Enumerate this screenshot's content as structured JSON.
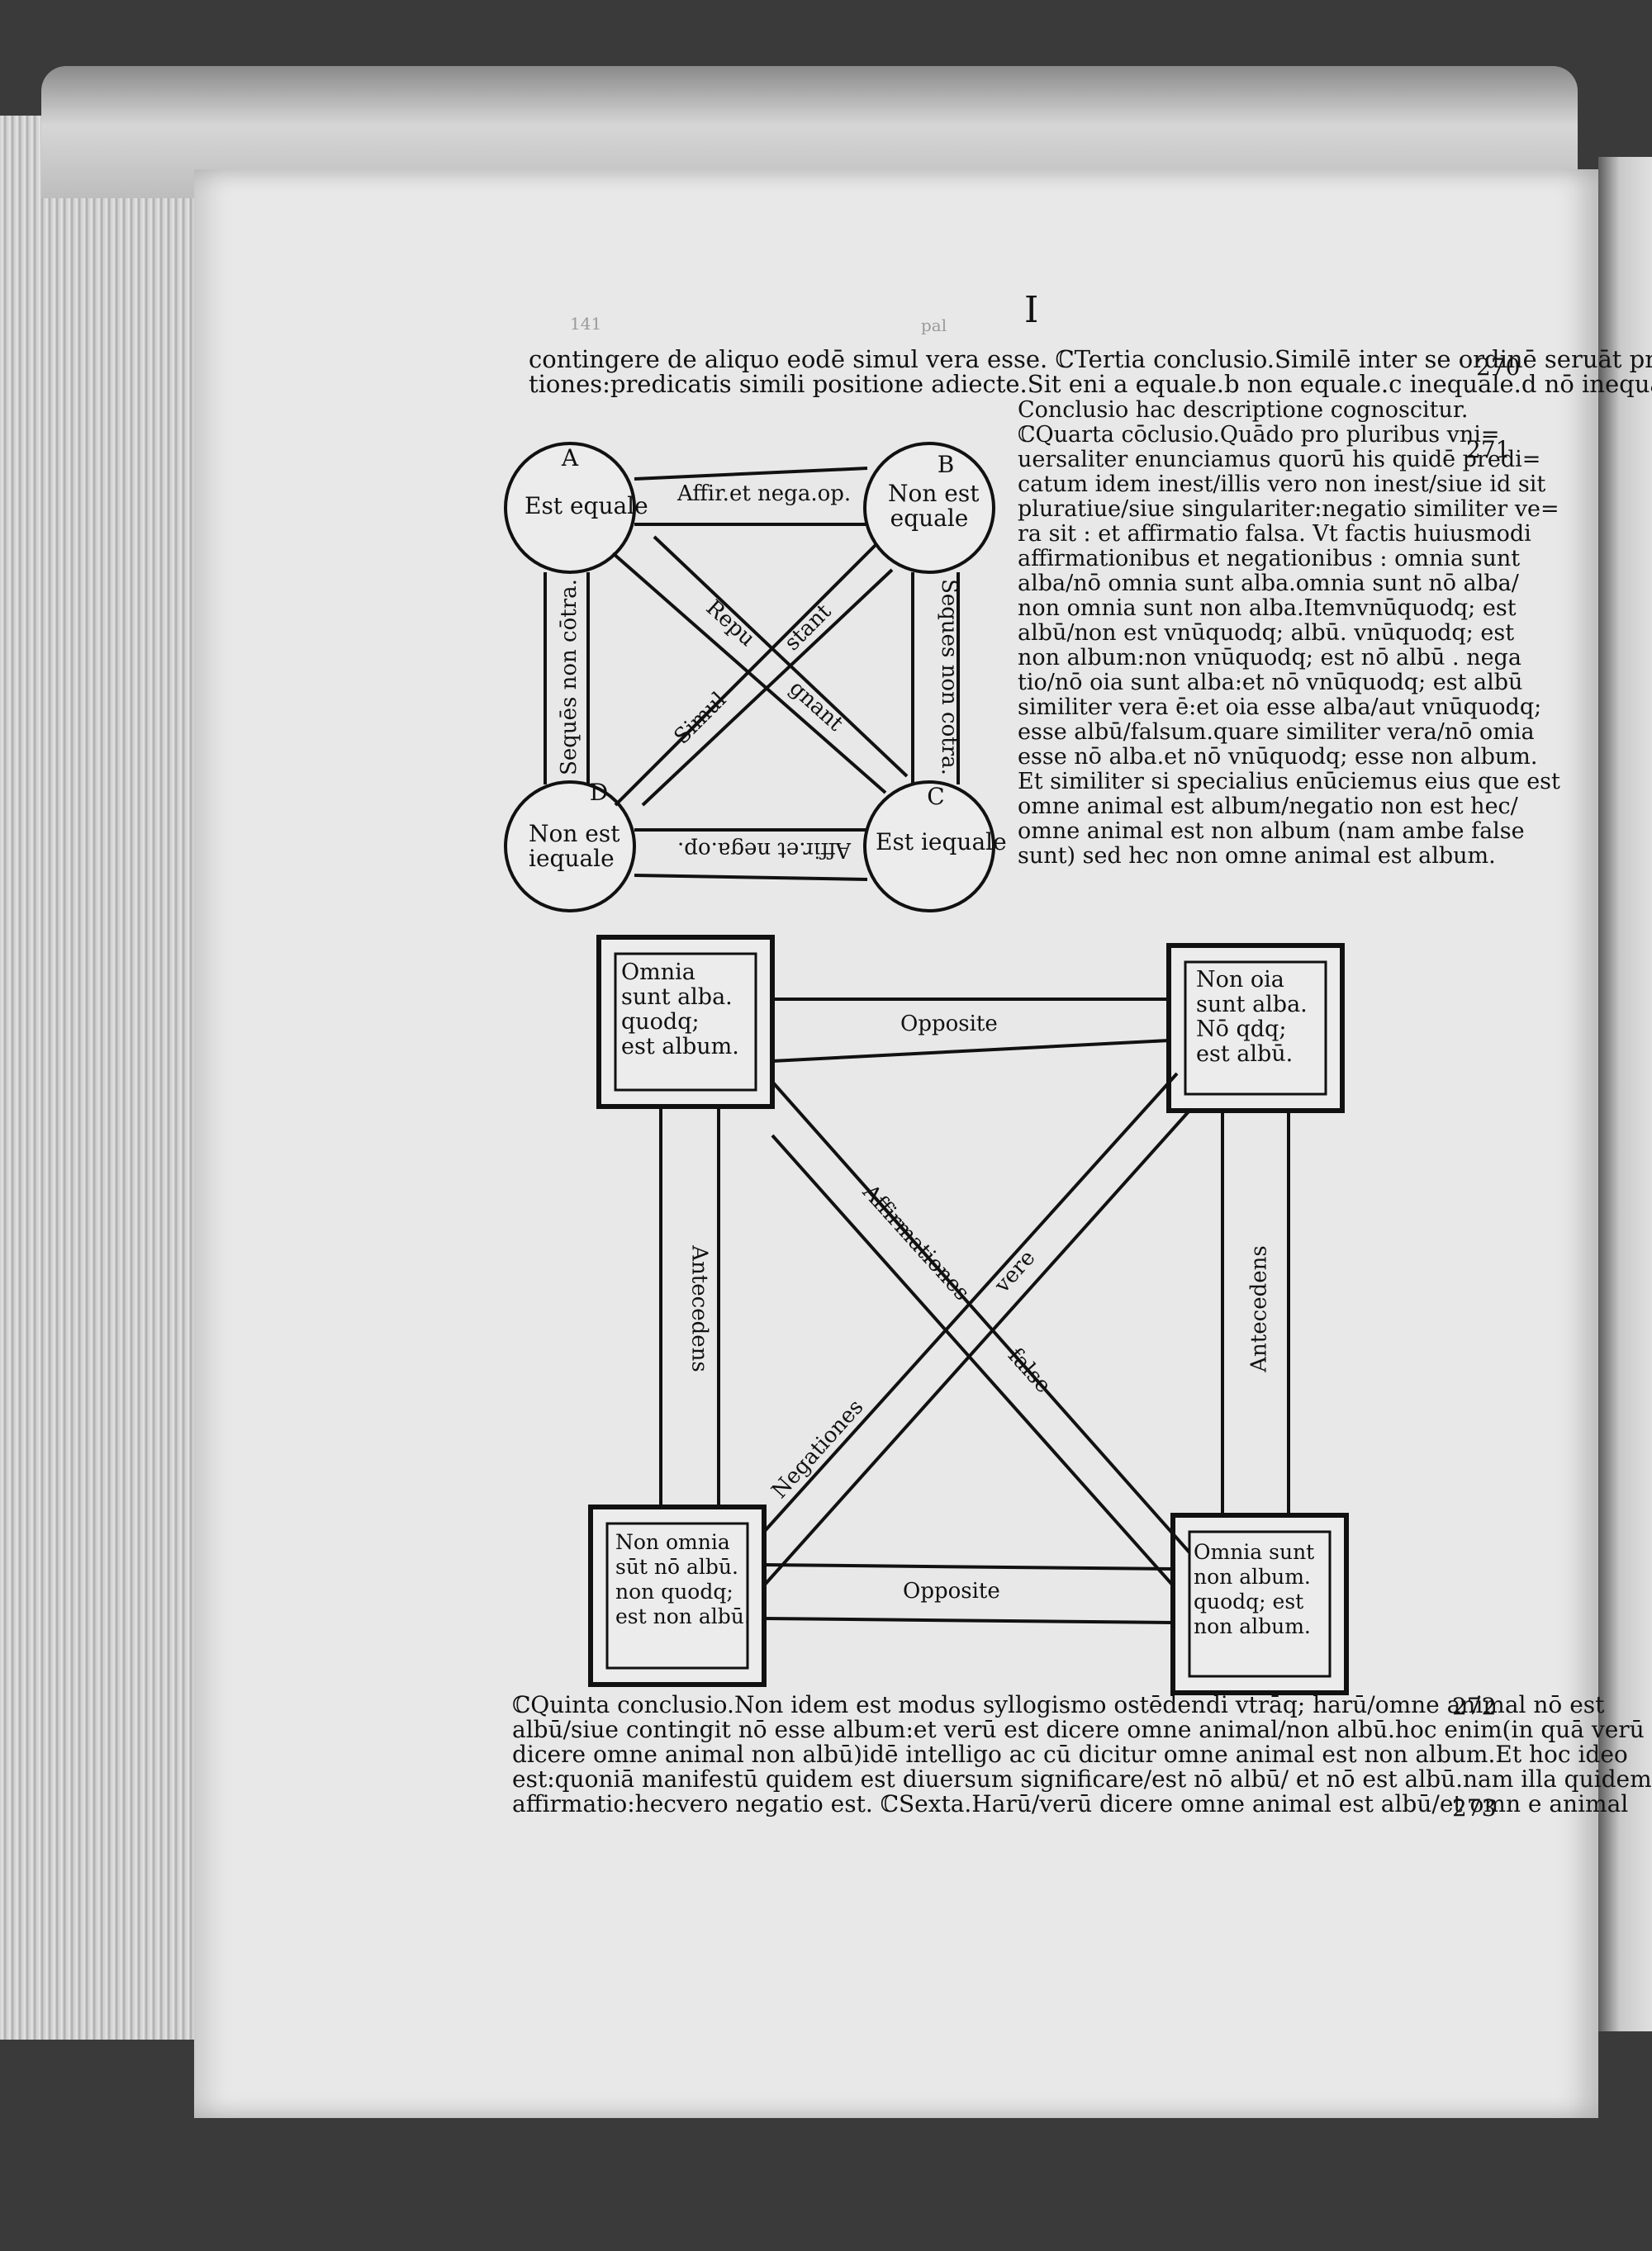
{
  "header": {
    "signature": "I",
    "faint_folio": "141",
    "faint_mark": "pal"
  },
  "top_text": [
    "contingere de aliquo eodē simul vera esse. ℂTertia conclusio.Similē inter se ordinē seruāt priua=",
    "tiones:predicatis simili positione adiecte.Sit eni a equale.b non equale.c inequale.d nō inequale."
  ],
  "right_text": [
    "Conclusio hac descriptione cognoscitur.",
    "ℂQuarta cōclusio.Quādo pro pluribus vni=",
    "uersaliter enunciamus quorū his quidē predi=",
    "catum idem inest/illis vero non inest/siue id sit",
    "pluratiue/siue singulariter:negatio similiter ve=",
    "ra sit : et affirmatio falsa. Vt factis huiusmodi",
    "affirmationibus et negationibus : omnia sunt",
    "alba/nō omnia sunt alba.omnia sunt nō alba/",
    "non omnia sunt non alba.Itemvnūquodq; est",
    "albū/non est vnūquodq; albū. vnūquodq; est",
    "non album:non vnūquodq; est nō albū . nega",
    "tio/nō oia sunt alba:et nō vnūquodq; est albū",
    "similiter vera ē:et oia esse alba/aut vnūquodq;",
    "esse albū/falsum.quare similiter vera/nō omia",
    "esse nō alba.et nō vnūquodq; esse non album.",
    "Et similiter si specialius enūciemus eius que est",
    "omne animal est album/negatio non est hec/",
    "omne animal est non album (nam ambe false",
    "sunt) sed hec non omne animal est album."
  ],
  "bottom_text": [
    "ℂQuinta conclusio.Non idem est modus syllogismo ostēdendi vtrāq; harū/omne animal nō est",
    "albū/siue contingit nō esse album:et verū est dicere omne animal/non albū.hoc enim(in quā verū",
    "dicere omne animal non albū)idē intelligo ac cū dicitur omne animal est non album.Et hoc ideo",
    "est:quoniā manifestū quidem est diuersum significare/est nō albū/ et nō est albū.nam illa quidem",
    "affirmatio:hecvero negatio est. ℂSexta.Harū/verū dicere omne animal est albū/et omn e animal"
  ],
  "margin_numbers": {
    "n270": "270",
    "n271": "271",
    "n272": "272",
    "n273": "273"
  },
  "diagram1": {
    "A": {
      "letter": "A",
      "text": "Est equale"
    },
    "B": {
      "letter": "B",
      "text": "Non est\nequale"
    },
    "C": {
      "letter": "C",
      "text": "Est iequale"
    },
    "D": {
      "letter": "D",
      "text": "Non est\niequale"
    },
    "top_label": "Affir.et nega.op.",
    "bottom_label": "Affir.et nega.op.",
    "left_label": "Sequēs non cōtra.",
    "right_label": "Sequēs non cōtra.",
    "diag_repu": "Repu",
    "diag_gnant": "gnant",
    "diag_simul": "Simul",
    "diag_stant": "stant"
  },
  "diagram2": {
    "tl": "Omnia\nsunt alba.\nquodq;\nest album.",
    "tr": "Non oia\nsunt alba.\nNō qdq;\nest albū.",
    "bl": "Non omnia\nsūt nō albū.\nnon quodq;\nest non albū.",
    "br": "Omnia sunt\nnon album.\nquodq; est\nnon album.",
    "top_label": "Opposite",
    "bottom_label": "Opposite",
    "left_label": "Antecedens",
    "right_label": "Antecedens",
    "diag_affirm": "Affirmationes",
    "diag_vere": "vere",
    "diag_false": "false",
    "diag_neg": "Negationes"
  }
}
